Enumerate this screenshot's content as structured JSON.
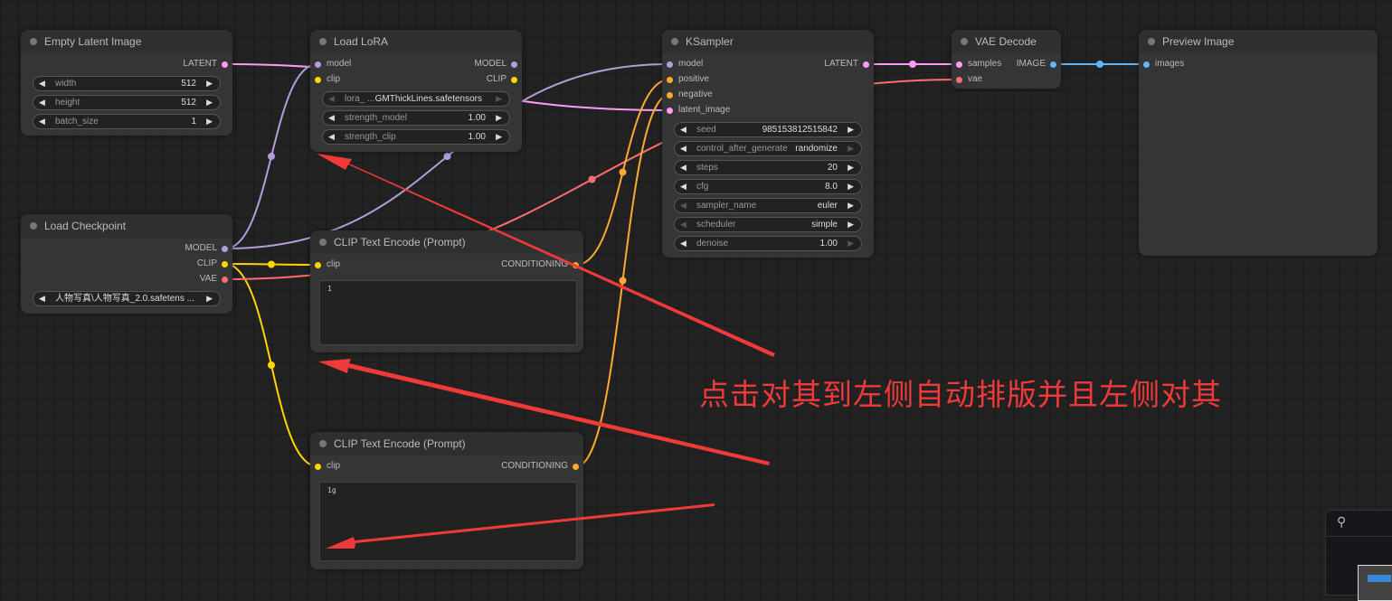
{
  "colors": {
    "LATENT": "#ff9cf9",
    "MODEL": "#b39ddb",
    "CLIP": "#ffd500",
    "CONDITIONING": "#ffa931",
    "VAE": "#ff6e6e",
    "IMAGE": "#64b5f6",
    "annotation": "#f03a3a"
  },
  "nodes": {
    "empty_latent": {
      "title": "Empty Latent Image",
      "inputs": [],
      "outputs": [
        {
          "label": "LATENT",
          "type": "LATENT"
        }
      ],
      "widgets": [
        {
          "label": "width",
          "value": "512"
        },
        {
          "label": "height",
          "value": "512"
        },
        {
          "label": "batch_size",
          "value": "1"
        }
      ]
    },
    "load_lora": {
      "title": "Load LoRA",
      "inputs": [
        {
          "label": "model",
          "type": "MODEL"
        },
        {
          "label": "clip",
          "type": "CLIP"
        }
      ],
      "outputs": [
        {
          "label": "MODEL",
          "type": "MODEL"
        },
        {
          "label": "CLIP",
          "type": "CLIP"
        }
      ],
      "widgets": [
        {
          "label": "lora_ ...",
          "value": "GMThickLines.safetensors"
        },
        {
          "label": "strength_model",
          "value": "1.00"
        },
        {
          "label": "strength_clip",
          "value": "1.00"
        }
      ]
    },
    "ksampler": {
      "title": "KSampler",
      "inputs": [
        {
          "label": "model",
          "type": "MODEL"
        },
        {
          "label": "positive",
          "type": "CONDITIONING"
        },
        {
          "label": "negative",
          "type": "CONDITIONING"
        },
        {
          "label": "latent_image",
          "type": "LATENT"
        }
      ],
      "outputs": [
        {
          "label": "LATENT",
          "type": "LATENT"
        }
      ],
      "widgets": [
        {
          "label": "seed",
          "value": "985153812515842"
        },
        {
          "label": "control_after_generate",
          "value": "randomize"
        },
        {
          "label": "steps",
          "value": "20"
        },
        {
          "label": "cfg",
          "value": "8.0"
        },
        {
          "label": "sampler_name",
          "value": "euler"
        },
        {
          "label": "scheduler",
          "value": "simple"
        },
        {
          "label": "denoise",
          "value": "1.00"
        }
      ]
    },
    "vae_decode": {
      "title": "VAE Decode",
      "inputs": [
        {
          "label": "samples",
          "type": "LATENT"
        },
        {
          "label": "vae",
          "type": "VAE"
        }
      ],
      "outputs": [
        {
          "label": "IMAGE",
          "type": "IMAGE"
        }
      ],
      "widgets": []
    },
    "preview_image": {
      "title": "Preview Image",
      "inputs": [
        {
          "label": "images",
          "type": "IMAGE"
        }
      ],
      "outputs": [],
      "widgets": []
    },
    "load_checkpoint": {
      "title": "Load Checkpoint",
      "inputs": [],
      "outputs": [
        {
          "label": "MODEL",
          "type": "MODEL"
        },
        {
          "label": "CLIP",
          "type": "CLIP"
        },
        {
          "label": "VAE",
          "type": "VAE"
        }
      ],
      "widgets": [
        {
          "label": "",
          "value": "人物写真\\人物写真_2.0.safetens ..."
        }
      ]
    },
    "clip_text_1": {
      "title": "CLIP Text Encode (Prompt)",
      "inputs": [
        {
          "label": "clip",
          "type": "CLIP"
        }
      ],
      "outputs": [
        {
          "label": "CONDITIONING",
          "type": "CONDITIONING"
        }
      ],
      "widgets": [],
      "text": "1"
    },
    "clip_text_2": {
      "title": "CLIP Text Encode (Prompt)",
      "inputs": [
        {
          "label": "clip",
          "type": "CLIP"
        }
      ],
      "outputs": [
        {
          "label": "CONDITIONING",
          "type": "CONDITIONING"
        }
      ],
      "widgets": [],
      "text": "1g"
    }
  },
  "annotation": "点击对其到左侧自动排版并且左侧对其",
  "minimap": {
    "icon": "settings-sliders-icon"
  }
}
